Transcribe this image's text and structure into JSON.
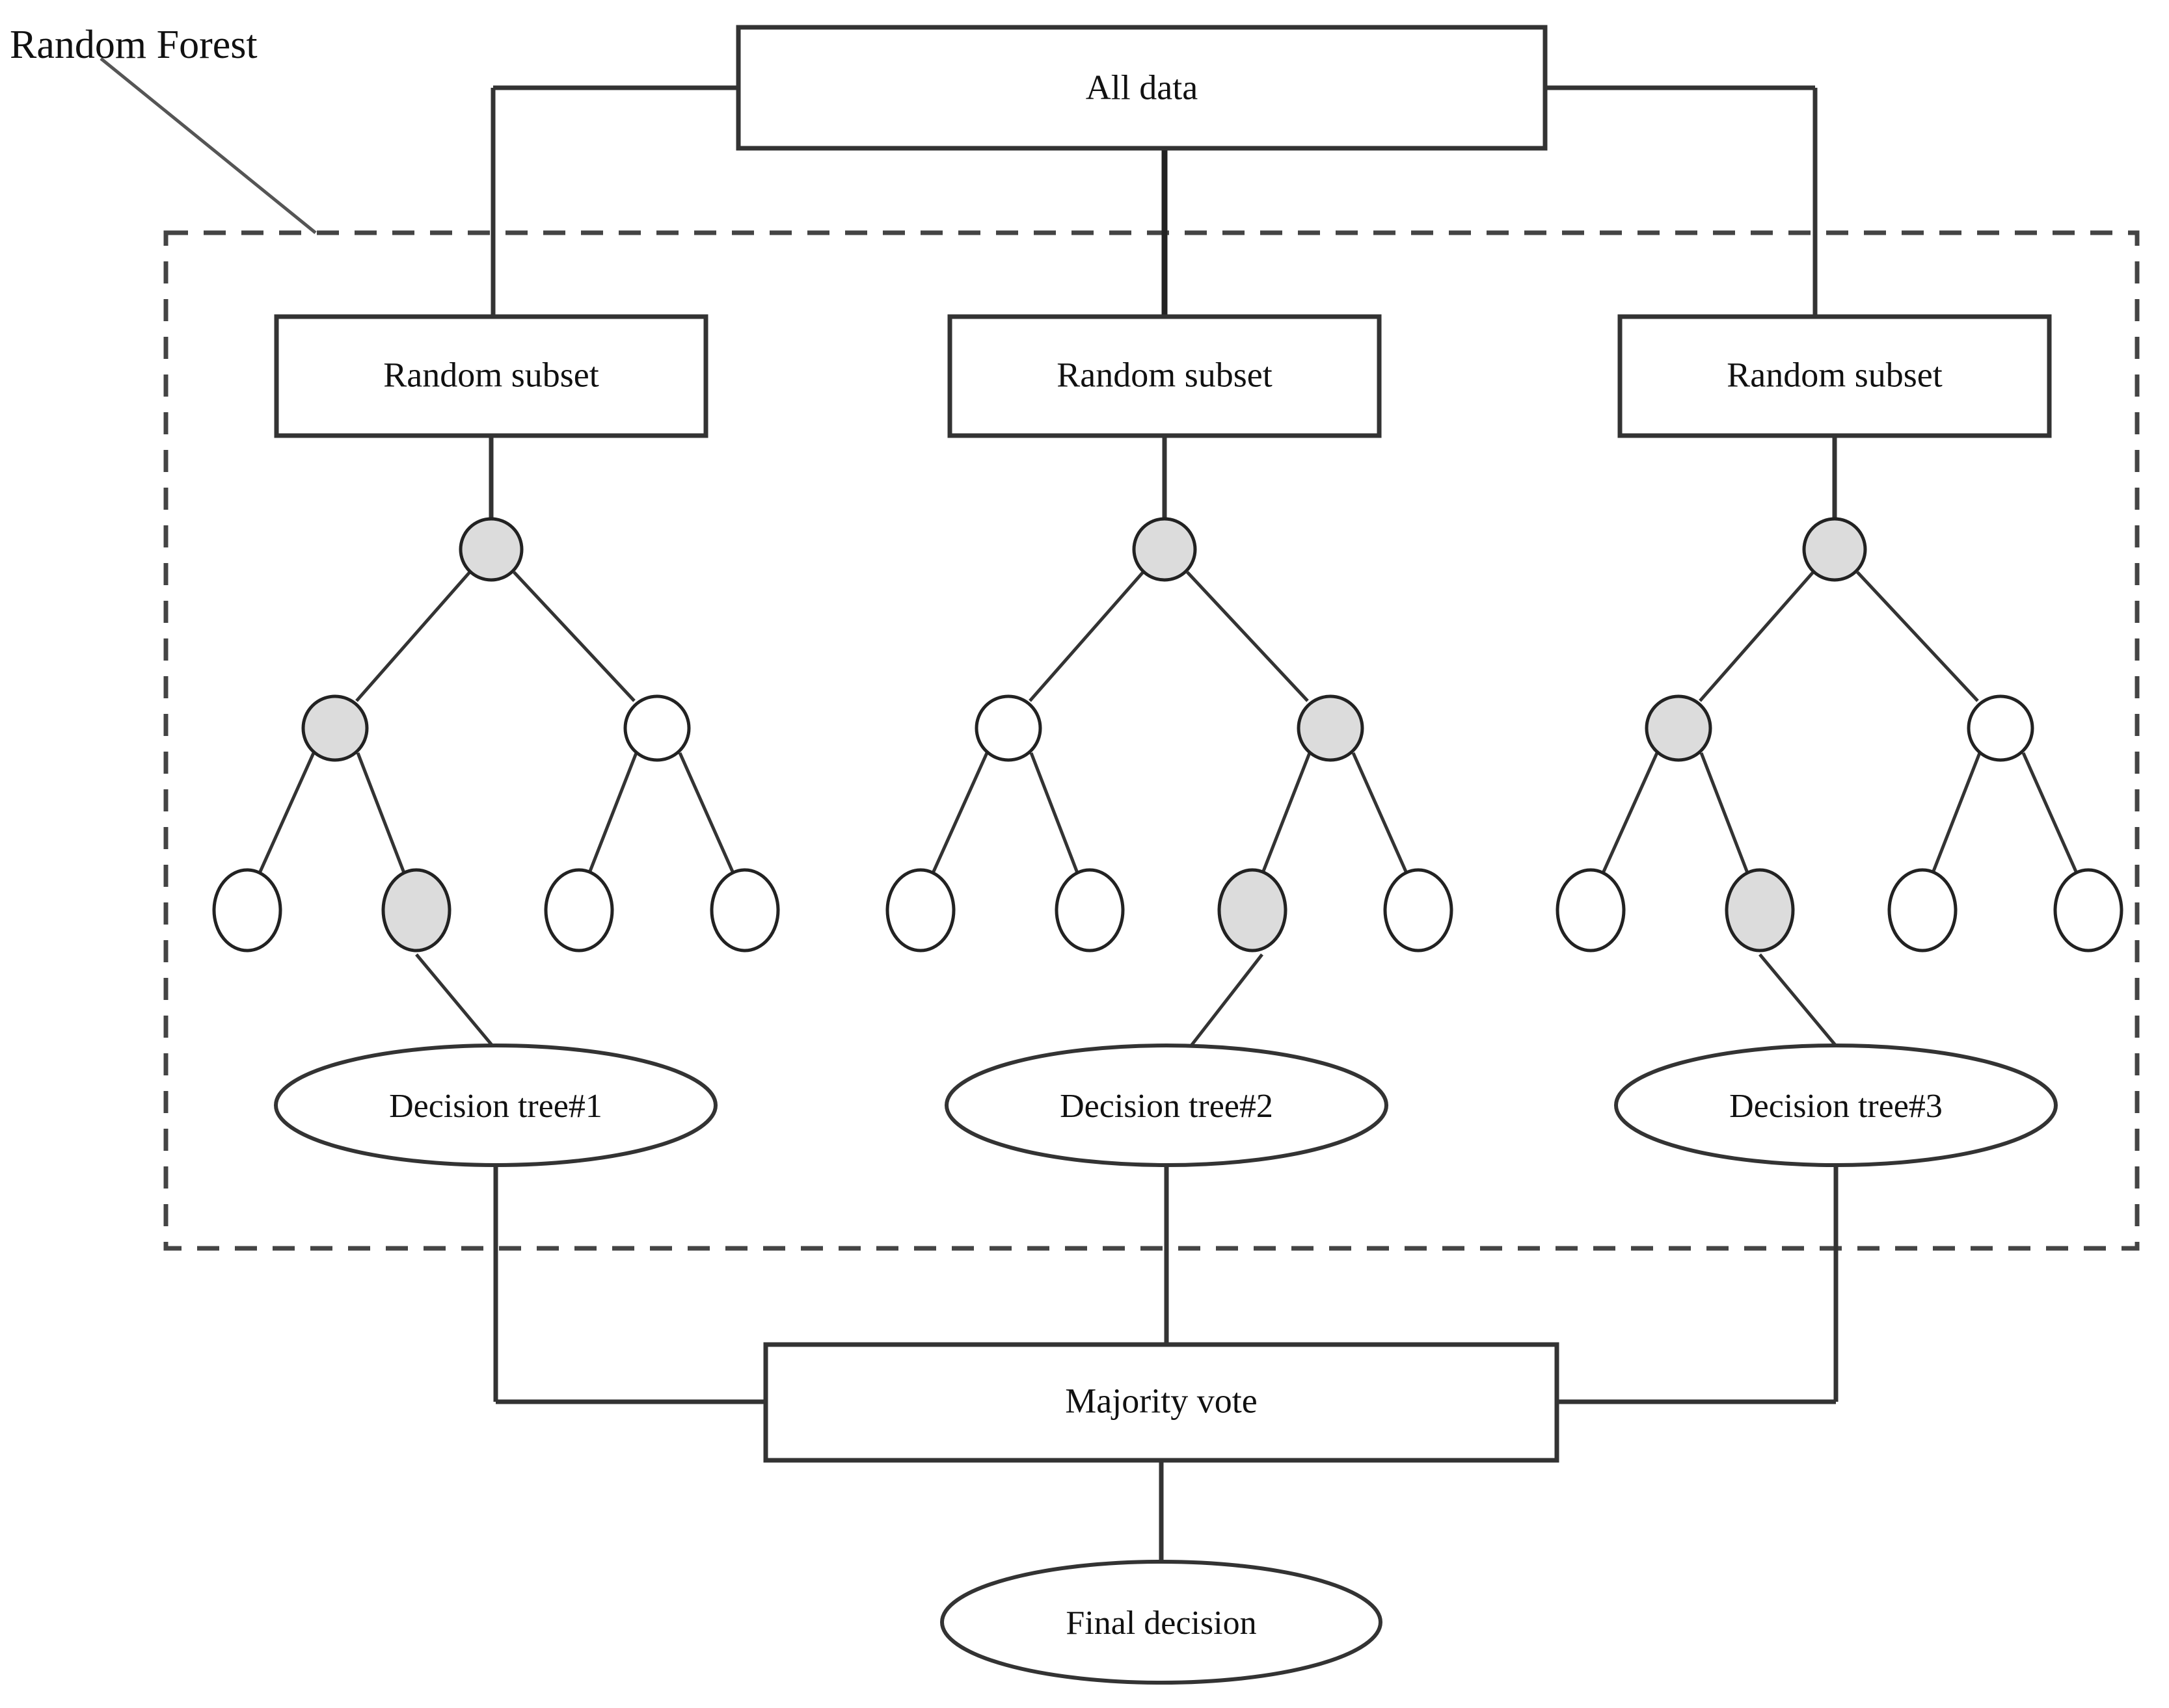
{
  "diagram": {
    "title_label": "Random Forest",
    "root_box": {
      "label": "All data"
    },
    "subsets": [
      {
        "label": "Random subset"
      },
      {
        "label": "Random subset"
      },
      {
        "label": "Random subset"
      }
    ],
    "decision_trees": [
      {
        "label": "Decision tree#1"
      },
      {
        "label": "Decision tree#2"
      },
      {
        "label": "Decision tree#3"
      }
    ],
    "aggregator_box": {
      "label": "Majority vote"
    },
    "output_ellipse": {
      "label": "Final decision"
    },
    "colors": {
      "stroke": "#333333",
      "node_fill_highlight": "#dcdcdc",
      "node_fill_plain": "#ffffff",
      "text": "#111111",
      "dashed_border": "#444444",
      "background": "#ffffff"
    },
    "tree_structure": {
      "levels": 3,
      "root_children": 2,
      "leaves_per_tree": 4,
      "node_states": [
        "highlight",
        "plain"
      ],
      "trees": [
        {
          "name": "tree-1",
          "root": "highlight",
          "level2": [
            "highlight",
            "plain"
          ],
          "leaves": [
            "plain",
            "highlight",
            "plain",
            "plain"
          ],
          "path_leaf_index": 1
        },
        {
          "name": "tree-2",
          "root": "highlight",
          "level2": [
            "plain",
            "highlight"
          ],
          "leaves": [
            "plain",
            "plain",
            "highlight",
            "plain"
          ],
          "path_leaf_index": 2
        },
        {
          "name": "tree-3",
          "root": "highlight",
          "level2": [
            "highlight",
            "plain"
          ],
          "leaves": [
            "plain",
            "highlight",
            "plain",
            "plain"
          ],
          "path_leaf_index": 1
        }
      ]
    }
  }
}
